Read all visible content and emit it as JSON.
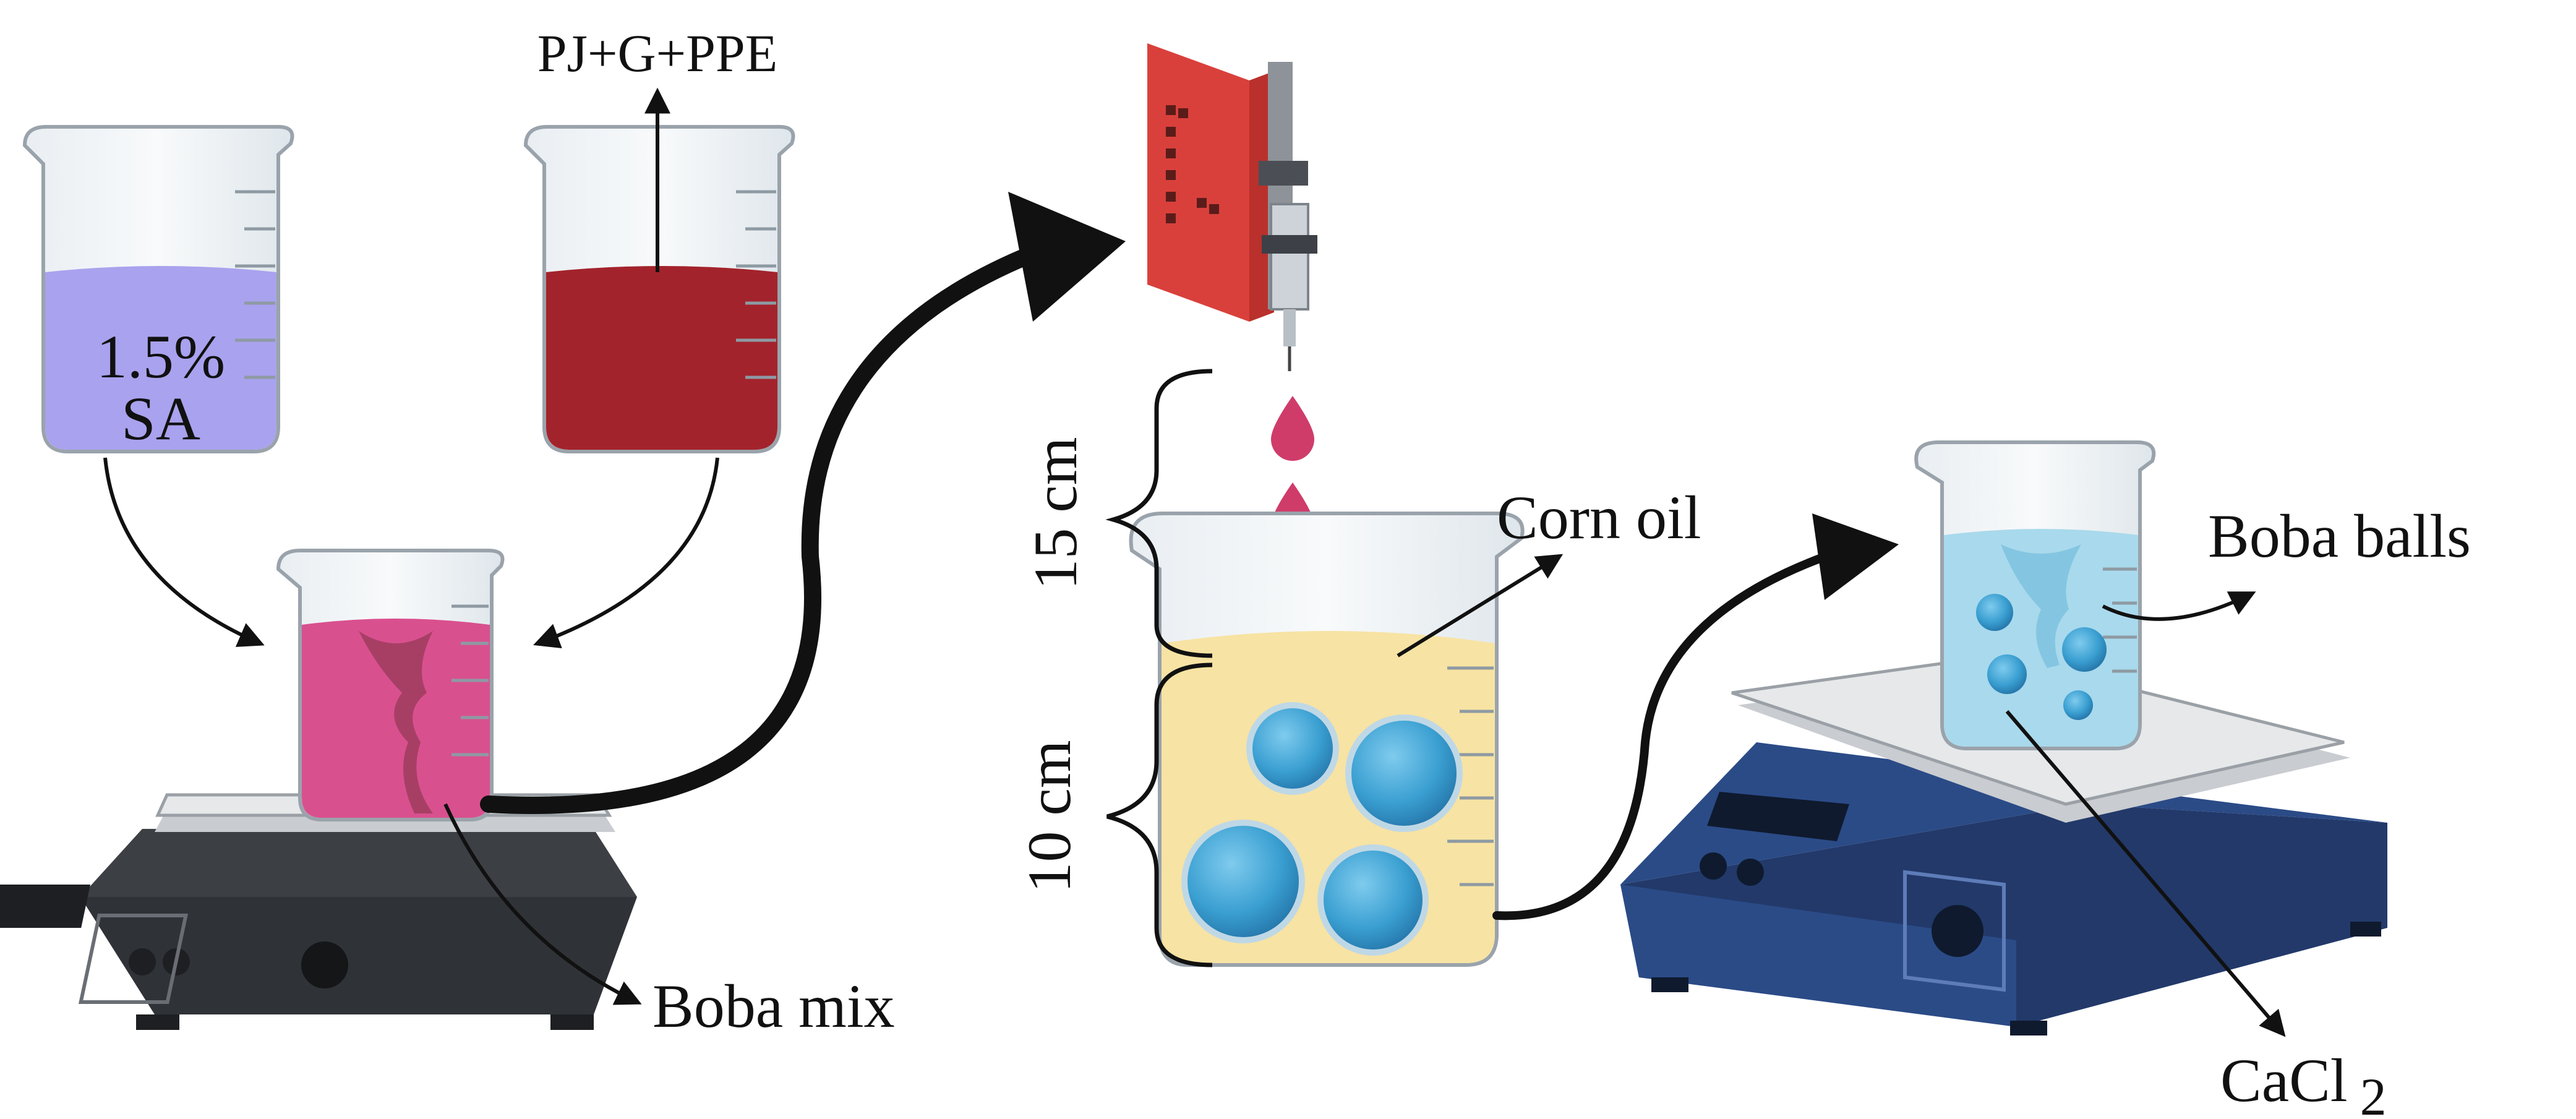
{
  "labels": {
    "sa_beaker": "1.5%",
    "sa_beaker_line2": "SA",
    "pj_beaker": "PJ+G+PPE",
    "boba_mix": "Boba mix",
    "corn_oil": "Corn oil",
    "height_top": "15 cm",
    "height_bottom": "10 cm",
    "boba_balls": "Boba balls",
    "cacl2": "CaCl",
    "cacl2_sub": "2"
  },
  "colors": {
    "sa_solution": "#a9a2ee",
    "pj_solution": "#a3232c",
    "boba_mix_solution": "#d9508f",
    "corn_oil": "#f7e3a3",
    "cacl2_solution": "#a9d9ec",
    "boba_ball": "#3a9fd1",
    "pump_body": "#d9403b",
    "stirrer_gray": "#3c3f44",
    "stirrer_blue": "#2b4b87"
  },
  "icons": [
    "beaker-icon",
    "magnetic-stirrer-icon",
    "syringe-pump-icon",
    "droplet-icon",
    "boba-ball-icon",
    "flow-arrow-icon"
  ]
}
